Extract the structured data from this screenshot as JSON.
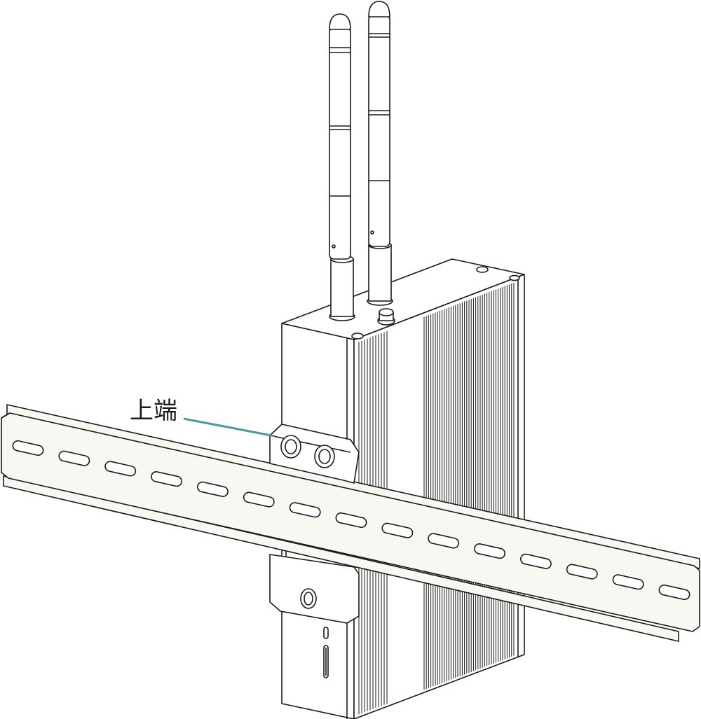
{
  "annotations": {
    "top_end_label": "上端"
  },
  "colors": {
    "outline": "#1a1a1a",
    "rail_fill": "#f8f7f2",
    "body_fill": "#ffffff",
    "callout_line": "#4a9aa3"
  },
  "parts": {
    "antenna_count": 2,
    "rail_slot_count": 15,
    "heatsink_fins_visible": true
  }
}
